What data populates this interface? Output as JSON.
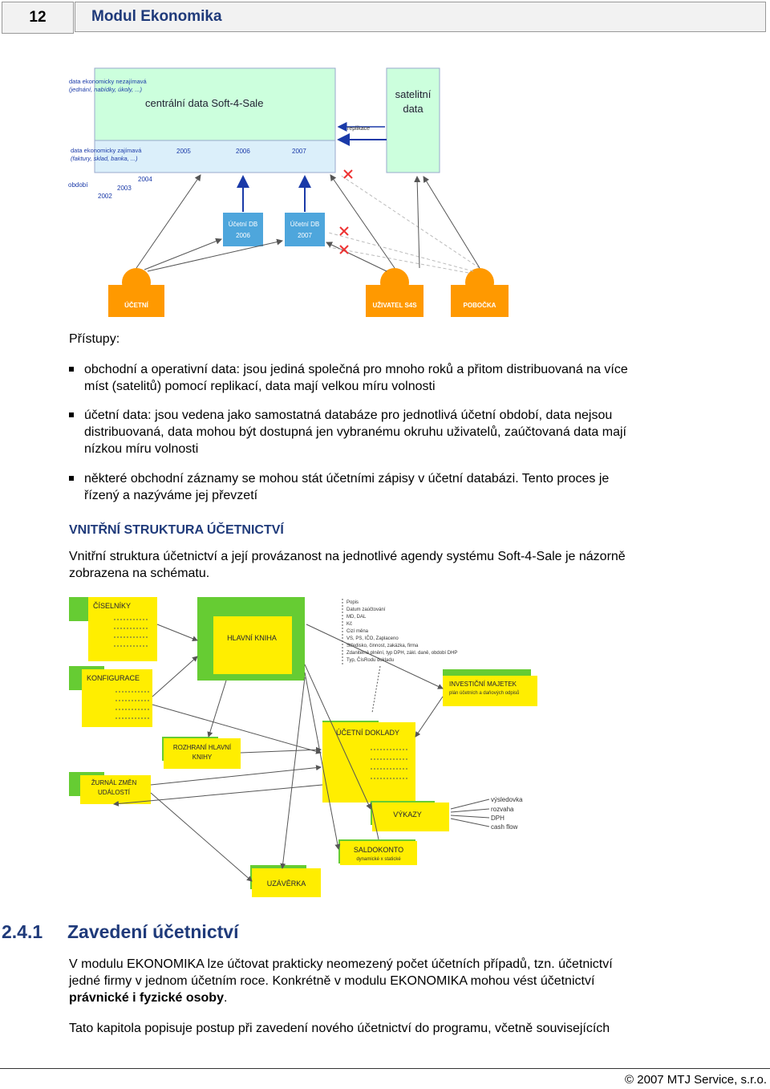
{
  "header": {
    "page_number": "12",
    "module": "Modul Ekonomika"
  },
  "diagram1": {
    "top_label_1": "data ekonomicky nezajímavá",
    "top_label_2": "(jednání, nabídky, úkoly, ...)",
    "central": "centrální data Soft-4-Sale",
    "satellite_1": "satelitní",
    "satellite_2": "data",
    "replication": "replikace",
    "mid_label_1": "data ekonomicky zajímavá",
    "mid_label_2": "(faktury, sklad, banka, ...)",
    "years": [
      "2005",
      "2006",
      "2007"
    ],
    "period_label": "období",
    "period_years": [
      "2002",
      "2003",
      "2004"
    ],
    "db1_1": "Účetní DB",
    "db1_2": "2006",
    "db2_1": "Účetní DB",
    "db2_2": "2007",
    "actor1": "ÚČETNÍ",
    "actor2": "UŽIVATEL S4S",
    "actor3": "POBOČKA",
    "colors": {
      "green": "#ccffdd",
      "blue": "#4ea6dc",
      "orange": "#ff9900",
      "arrow": "#1a3aa8"
    }
  },
  "access": {
    "heading": "Přístupy:",
    "bullets": [
      [
        "obchodní a operativní data: jsou jediná společná pro mnoho roků a přitom distribuovaná na více",
        "míst (satelitů) pomocí replikací, data mají velkou míru volnosti"
      ],
      [
        "účetní data: jsou vedena jako samostatná databáze pro jednotlivá účetní období, data nejsou",
        "distribuovaná, data mohou být dostupná jen vybranému okruhu uživatelů, zaúčtovaná data mají",
        "nízkou míru volnosti"
      ],
      [
        "některé obchodní záznamy se mohou stát účetními zápisy v účetní databázi. Tento proces je",
        "řízený a nazýváme jej převzetí"
      ]
    ]
  },
  "structure": {
    "heading": "VNITŘNÍ STRUKTURA ÚČETNICTVÍ",
    "para_1": "Vnitřní struktura účetnictví a její provázanost na jednotlivé agendy systému Soft-4-Sale je názorně",
    "para_2": "zobrazena na schématu."
  },
  "diagram2": {
    "ciselniky": "ČÍSELNÍKY",
    "konfigurace": "KONFIGURACE",
    "hlavni_kniha": "HLAVNÍ KNIHA",
    "rozhrani_1": "ROZHRANÍ HLAVNÍ",
    "rozhrani_2": "KNIHY",
    "zurnal_1": "ŽURNÁL ZMĚN",
    "zurnal_2": "UDÁLOSTÍ",
    "ucetni_doklady": "ÚČETNÍ DOKLADY",
    "vykazy": "VÝKAZY",
    "saldokonto": "SALDOKONTO",
    "saldokonto_sub": "dynamické x statické",
    "uzaverka": "UZÁVĚRKA",
    "majetek": "INVESTIČNÍ MAJETEK",
    "majetek_sub": "plán účetních a daňových odpisů",
    "fields": [
      "Popis",
      "Datum zaúčtování",
      "MD, DAL",
      "Kč",
      "Cizí měna",
      "VS, PS, IČO, Zaplaceno",
      "Středisko, činnost, zakázka, firma",
      "Zdanitelné plnění, typ DPH, zákl. daně, období DHP",
      "Typ, ČísRodu dokladu"
    ],
    "reports": [
      "výsledovka",
      "rozvaha",
      "DPH",
      "cash flow"
    ],
    "colors": {
      "green": "#66cc33",
      "yellow": "#ffee00"
    }
  },
  "chapter": {
    "number": "2.4.1",
    "title": "Zavedení účetnictví",
    "p1_line1": "V modulu EKONOMIKA lze účtovat prakticky neomezený počet účetních případů, tzn. účetnictví",
    "p1_line2": "jedné firmy v jednom účetním roce. Konkrétně v modulu EKONOMIKA mohou vést účetnictví",
    "p1_bold": "právnické i fyzické osoby",
    "p1_end": ".",
    "p2": "Tato kapitola popisuje postup při zavedení nového účetnictví do programu, včetně souvisejících"
  },
  "footer": {
    "copyright": "© 2007 MTJ Service, s.r.o."
  }
}
